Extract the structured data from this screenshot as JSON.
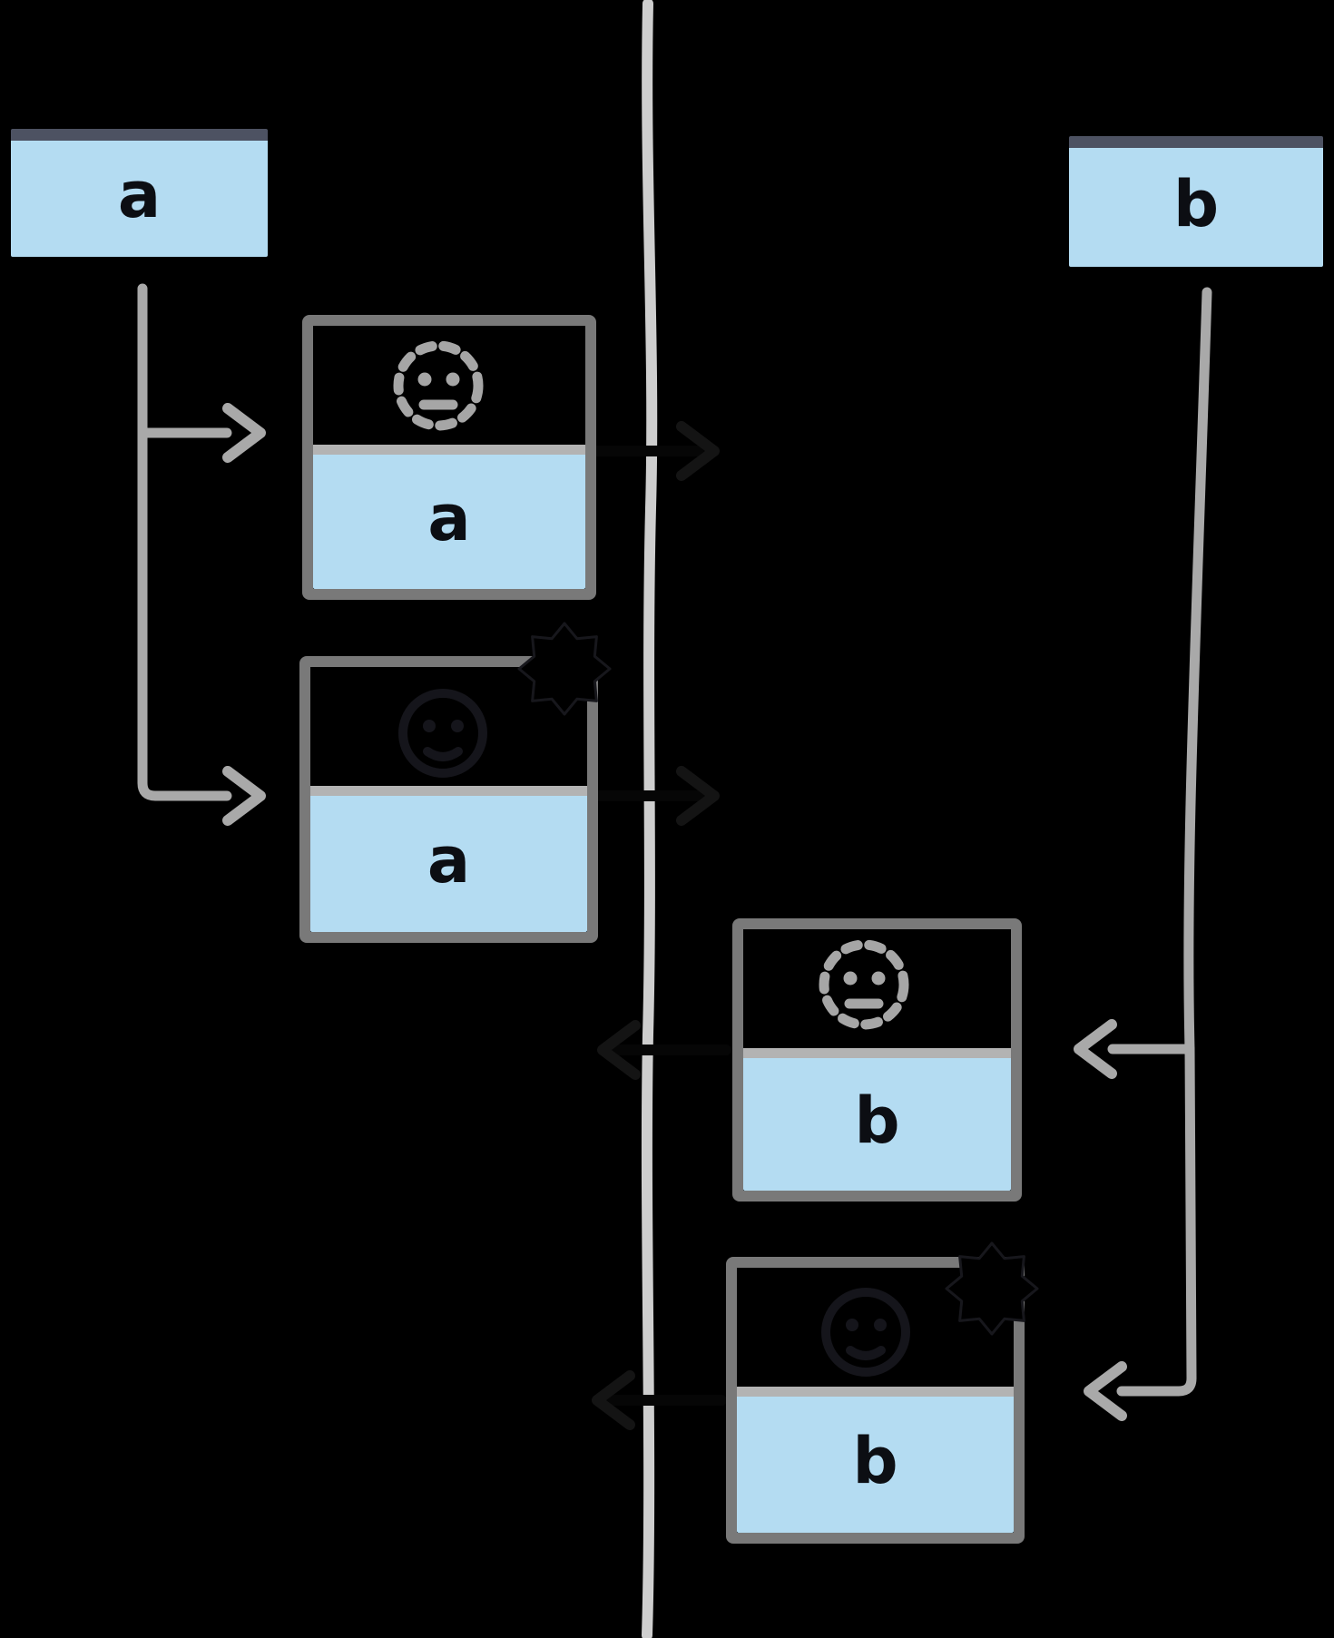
{
  "diagram": {
    "left": {
      "source": {
        "label": "a"
      },
      "snapshots": [
        {
          "label": "a",
          "icon": "dashed-pending-face-icon"
        },
        {
          "label": "a",
          "icon": "hidden-face-icon",
          "corner_icon": "poof-burst-icon"
        }
      ]
    },
    "right": {
      "source": {
        "label": "b"
      },
      "snapshots": [
        {
          "label": "b",
          "icon": "dashed-pending-face-icon"
        },
        {
          "label": "b",
          "icon": "hidden-face-icon",
          "corner_icon": "poof-burst-icon"
        }
      ]
    },
    "colors": {
      "background": "#000000",
      "box_fill": "#b4dcf2",
      "header_bar": "#4d5262",
      "box_border": "#797979",
      "divider": "#b3b3b3",
      "connector": "#a9a9a9",
      "timeline": "#cecece",
      "icon_gray": "#a6a6a6",
      "letter": "#0c0e13"
    }
  }
}
